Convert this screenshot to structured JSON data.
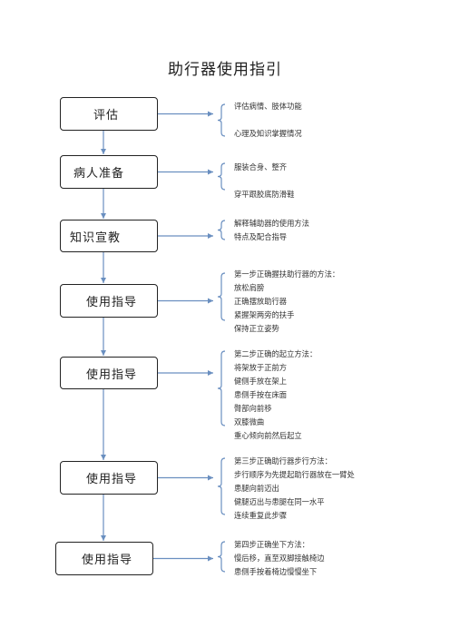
{
  "title": "助行器使用指引",
  "colors": {
    "connector": "#6a8fc0",
    "box_border": "#222222"
  },
  "steps": [
    {
      "label": "评估",
      "notes": [
        "评估病情、肢体功能",
        "",
        "心理及知识掌握情况"
      ]
    },
    {
      "label": "病人准备",
      "notes": [
        "服装合身、整齐",
        "",
        "穿平跟胶底防滑鞋"
      ]
    },
    {
      "label": "知识宣教",
      "notes": [
        "解释辅助器的使用方法",
        "特点及配合指导"
      ]
    },
    {
      "label": "使用指导",
      "notes": [
        "第一步正确握扶助行器的方法：",
        "放松肩膀",
        "正确摆放助行器",
        "紧握架两旁的扶手",
        "保持正立姿势"
      ]
    },
    {
      "label": "使用指导",
      "notes": [
        "第二步正确的起立方法：",
        "将架放于正前方",
        "健侧手放在架上",
        "患侧手按在床面",
        "臀部向前移",
        "双膝微曲",
        "重心倾向前然后起立"
      ]
    },
    {
      "label": "使用指导",
      "notes": [
        "第三步正确助行器步行方法：",
        "步行顺序为先提起助行器放在一臂处",
        "患腿向前迈出",
        "健腿迈出与患腿在同一水平",
        "连续重复此步骤"
      ]
    },
    {
      "label": "使用指导",
      "notes": [
        "第四步正确坐下方法：",
        "慢后移，直至双脚接触椅边",
        "患侧手按着椅边慢慢坐下"
      ]
    }
  ]
}
